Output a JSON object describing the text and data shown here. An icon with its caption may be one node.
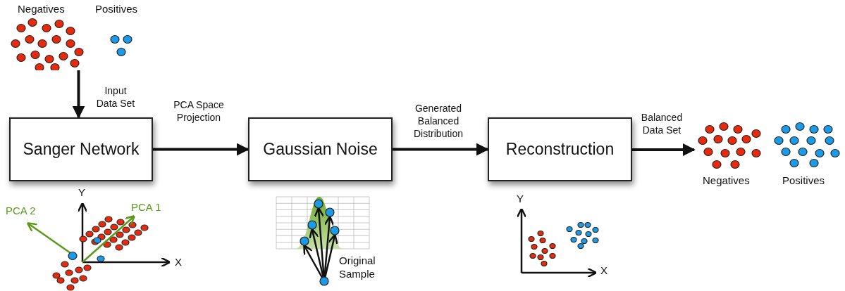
{
  "diagram": {
    "nodes": [
      {
        "text": [
          "Negatives",
          "Positives"
        ]
      },
      {
        "text": [
          "Sanger Network"
        ]
      },
      {
        "text": [
          "Gaussian Noise"
        ]
      },
      {
        "text": [
          "Reconstruction"
        ]
      },
      {
        "text": [
          "Negatives",
          "Positives"
        ]
      }
    ],
    "edges": [
      {
        "from": 0,
        "to": 1,
        "arrow": "to",
        "label": "Input Data Set"
      },
      {
        "from": 1,
        "to": 2,
        "arrow": "to",
        "label": "PCA Space Projection"
      },
      {
        "from": 2,
        "to": 3,
        "arrow": "to",
        "label": "Generated Balanced Distribution"
      },
      {
        "from": 3,
        "to": 4,
        "arrow": "to",
        "label": "Balanced Data Set"
      }
    ],
    "labels": [
      "Y",
      "PCA 2",
      "PCA 1",
      "X",
      "Original Sample",
      "Y",
      "X"
    ]
  }
}
